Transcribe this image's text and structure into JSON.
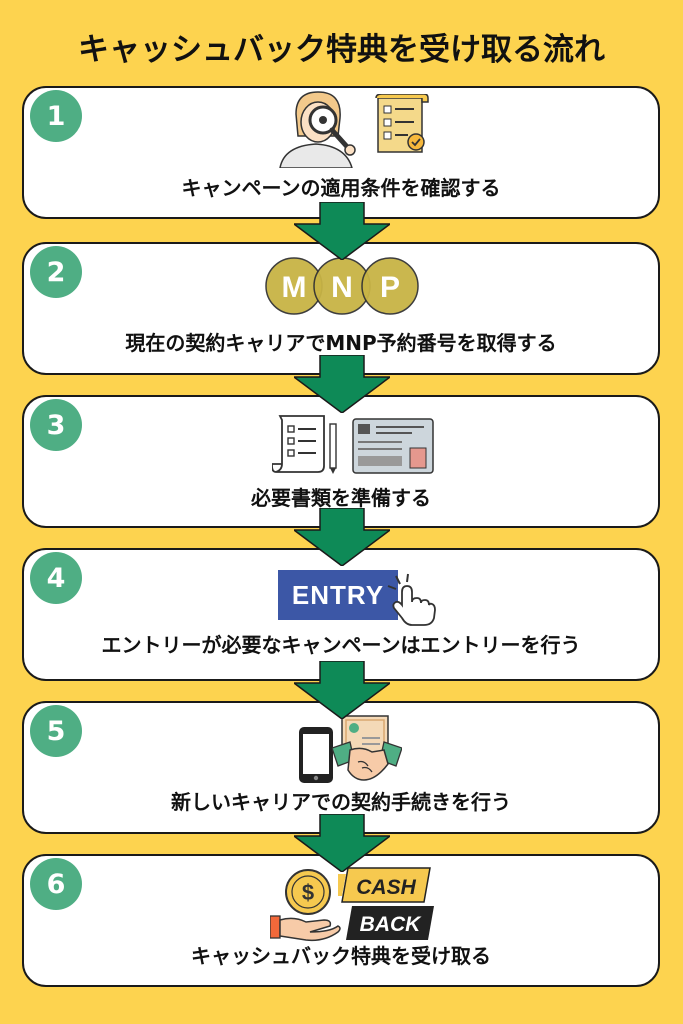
{
  "title": "キャッシュバック特典を受け取る流れ",
  "steps": [
    {
      "number": "1",
      "text": "キャンペーンの適用条件を確認する"
    },
    {
      "number": "2",
      "text": "現在の契約キャリアでMNP予約番号を取得する"
    },
    {
      "number": "3",
      "text": "必要書類を準備する"
    },
    {
      "number": "4",
      "text": "エントリーが必要なキャンペーンはエントリーを行う"
    },
    {
      "number": "5",
      "text": "新しいキャリアでの契約手続きを行う"
    },
    {
      "number": "6",
      "text": "キャッシュバック特典を受け取る"
    }
  ],
  "illustrations": {
    "mnp": [
      "M",
      "N",
      "P"
    ],
    "entry": "ENTRY",
    "cash": "CASH",
    "back": "BACK",
    "dollar": "$"
  },
  "colors": {
    "background": "#FDD34F",
    "badge": "#4FAE84",
    "arrow": "#0E8A57",
    "entry_button": "#3C57A6",
    "mnp_circle": "#C8B445"
  },
  "icons": [
    "magnifier-person-icon",
    "checklist-icon",
    "mnp-icon",
    "document-icon",
    "id-card-icon",
    "entry-button-icon",
    "pointer-hand-icon",
    "smartphone-icon",
    "contract-icon",
    "handshake-icon",
    "coin-icon",
    "hand-icon",
    "cashback-icon",
    "down-arrow-icon"
  ]
}
